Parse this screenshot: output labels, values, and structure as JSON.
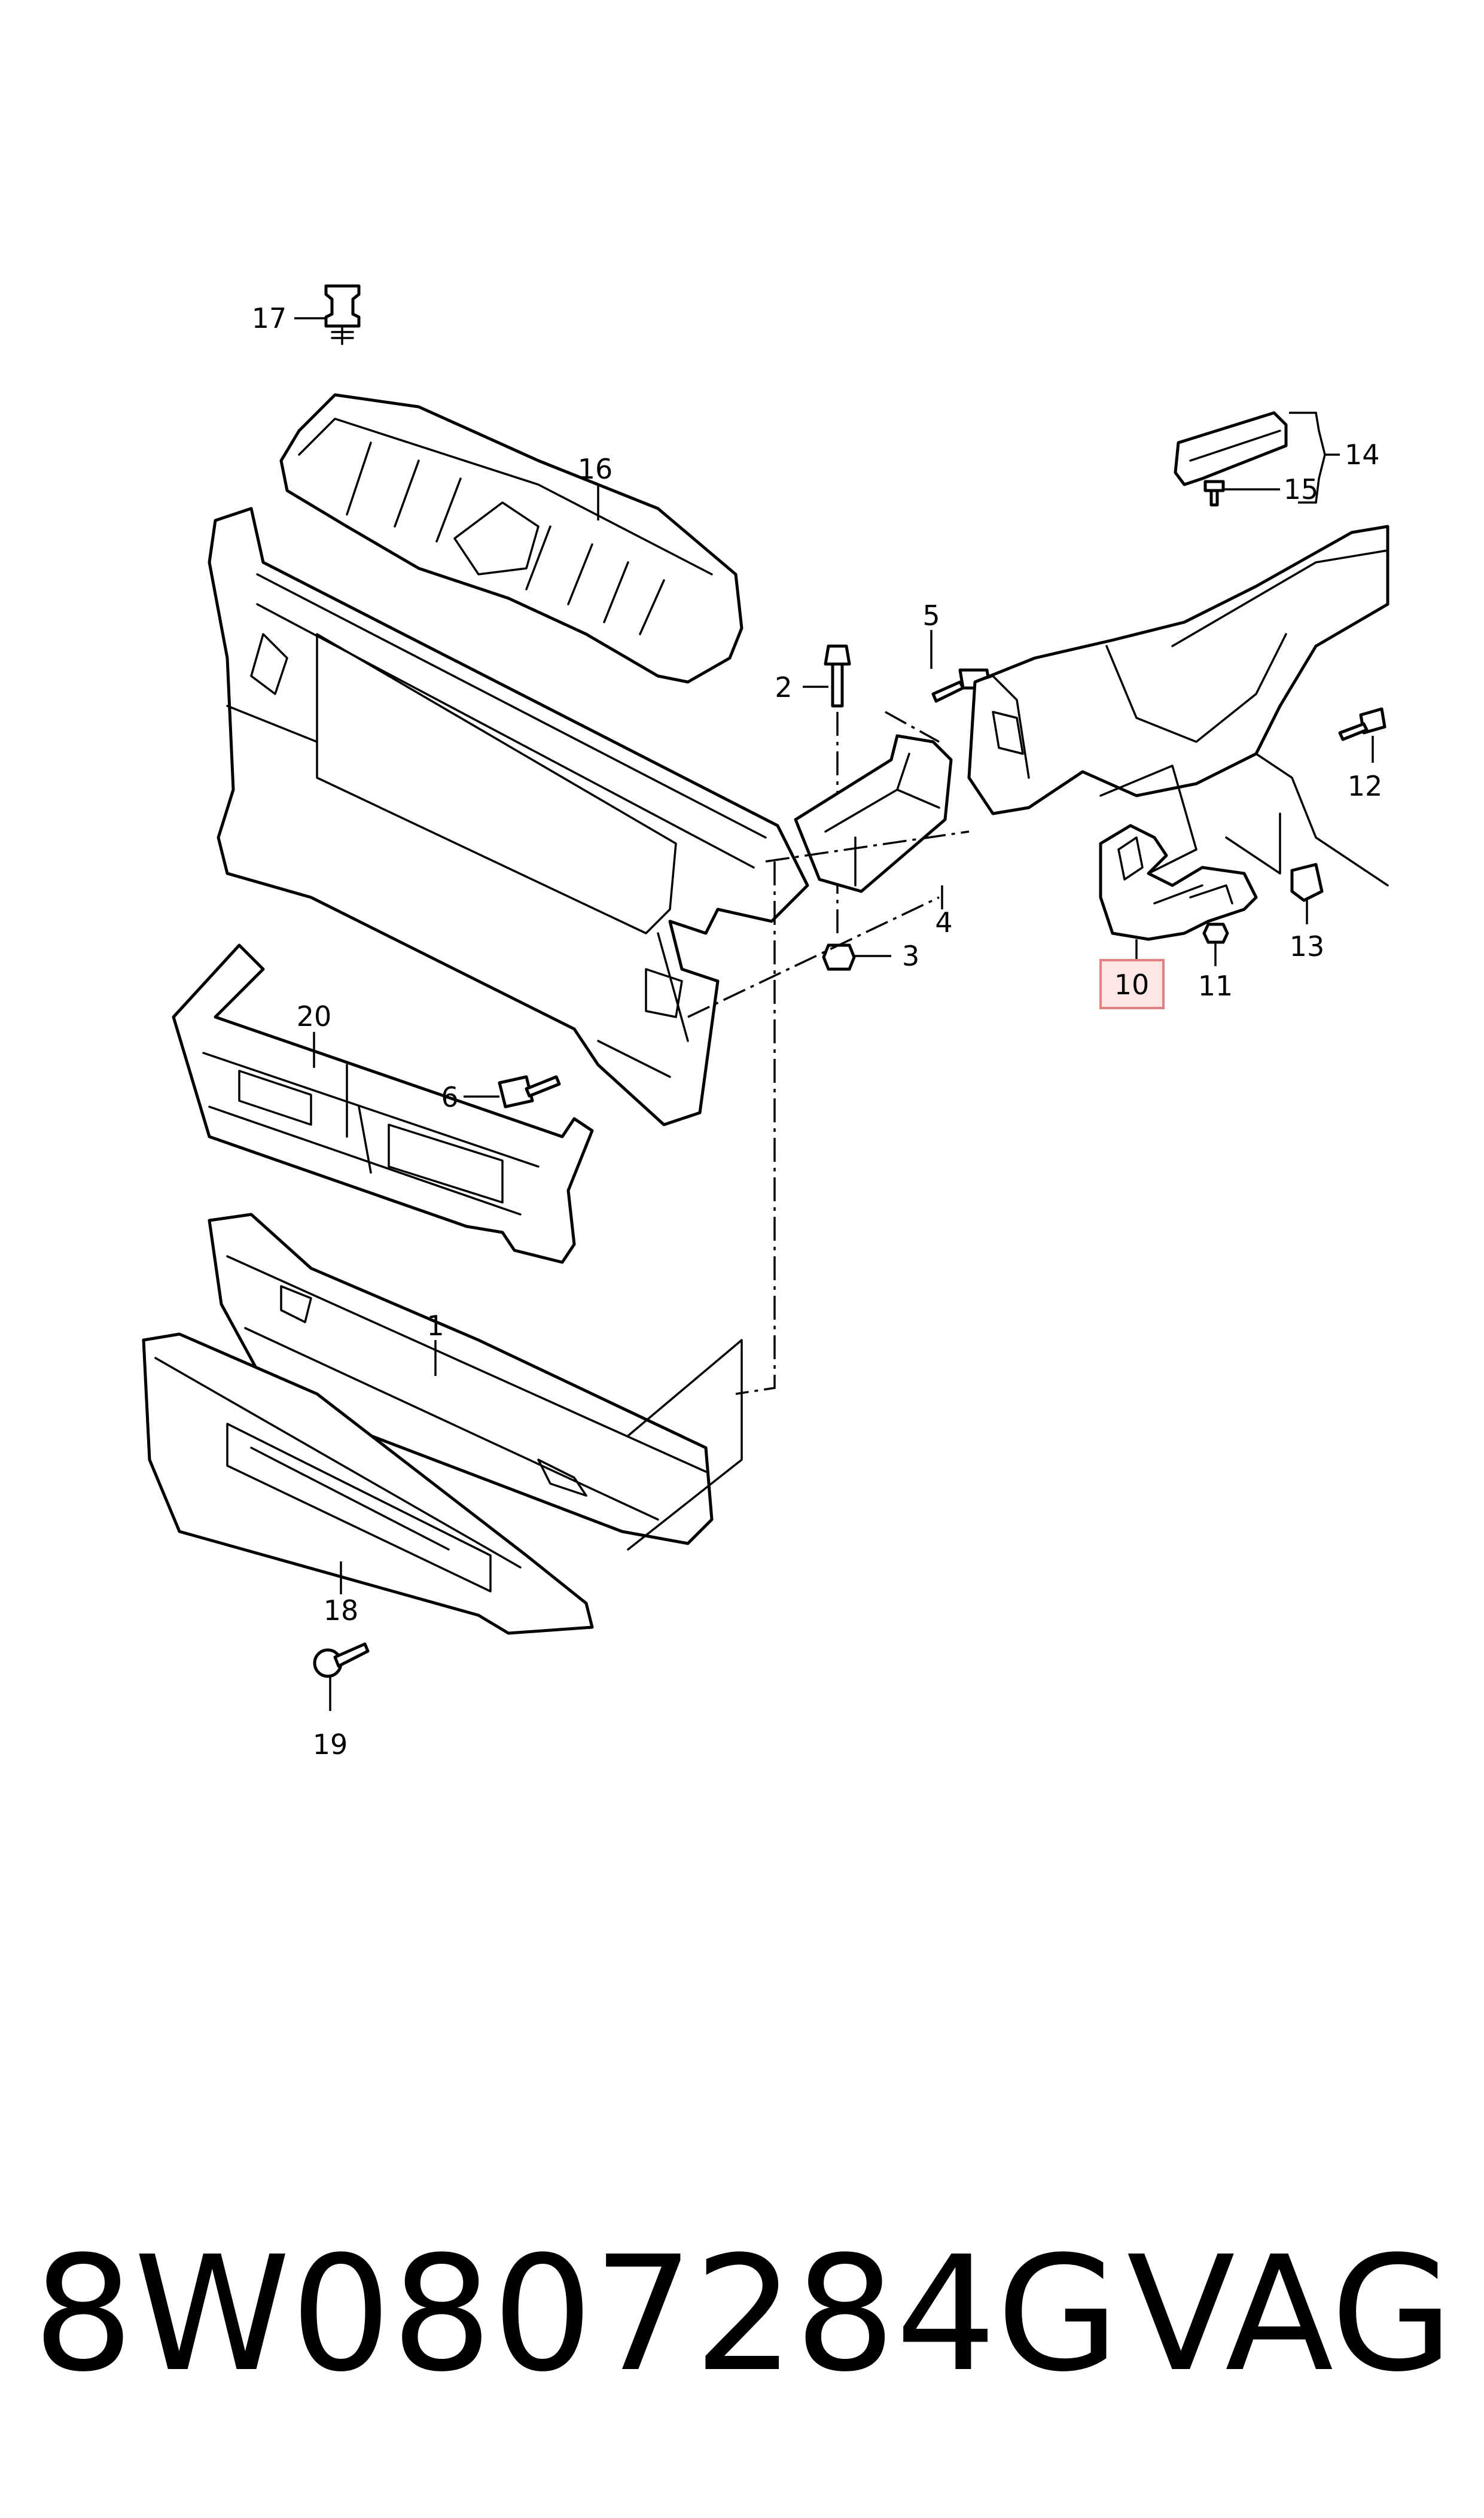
{
  "callouts": {
    "c1": "1",
    "c2": "2",
    "c3": "3",
    "c4": "4",
    "c5": "5",
    "c6": "6",
    "c10": "10",
    "c11": "11",
    "c12": "12",
    "c13": "13",
    "c14": "14",
    "c15": "15",
    "c16": "16",
    "c17": "17",
    "c18": "18",
    "c19": "19",
    "c20": "20"
  },
  "highlighted_callout": "10",
  "caption": {
    "part_number": "8W0807284G",
    "brand": "VAG"
  },
  "colors": {
    "highlight_fill": "#fde6e6",
    "highlight_border": "#e68080",
    "line": "#000000"
  }
}
